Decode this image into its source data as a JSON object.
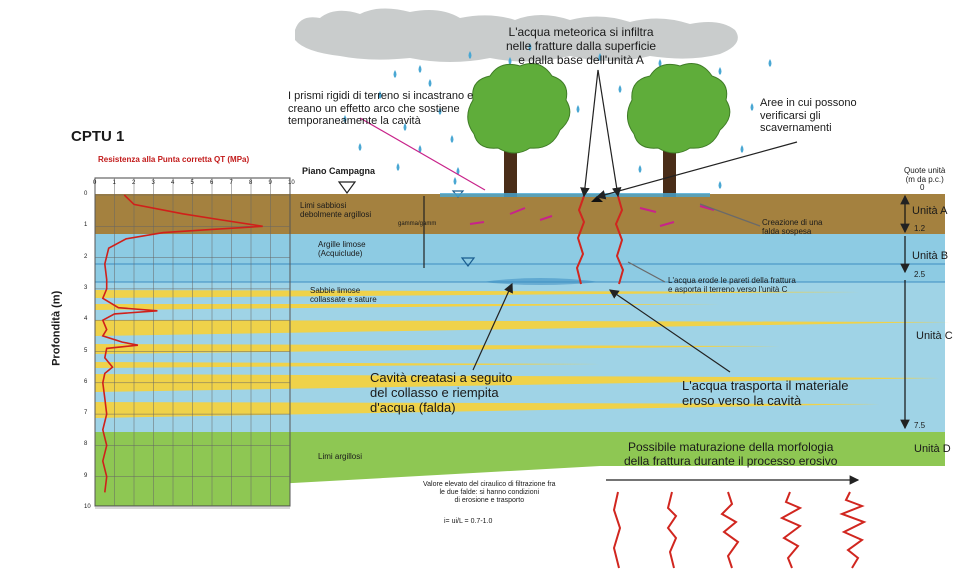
{
  "cptu": {
    "title": "CPTU 1",
    "resistance_label": "Resistenza alla Punta corretta QT (MPa)",
    "depth_label": "Profondità (m)",
    "x_ticks": [
      "0",
      "1",
      "2",
      "3",
      "4",
      "5",
      "6",
      "7",
      "8",
      "9",
      "10"
    ],
    "depth_ticks": [
      "0",
      "1",
      "2",
      "3",
      "4",
      "5",
      "6",
      "7",
      "8",
      "9",
      "10"
    ],
    "profile": [
      [
        0,
        1.5
      ],
      [
        0.3,
        2.0
      ],
      [
        0.6,
        4.5
      ],
      [
        0.8,
        6.5
      ],
      [
        1.0,
        8.6
      ],
      [
        1.1,
        6.0
      ],
      [
        1.2,
        3.5
      ],
      [
        1.4,
        1.6
      ],
      [
        1.7,
        0.7
      ],
      [
        2.2,
        0.5
      ],
      [
        2.7,
        0.6
      ],
      [
        3.0,
        0.6
      ],
      [
        3.3,
        0.4
      ],
      [
        3.6,
        1.2
      ],
      [
        3.7,
        3.2
      ],
      [
        3.8,
        1.0
      ],
      [
        4.0,
        0.4
      ],
      [
        4.3,
        0.6
      ],
      [
        4.5,
        0.4
      ],
      [
        4.7,
        1.4
      ],
      [
        4.8,
        2.2
      ],
      [
        4.9,
        0.6
      ],
      [
        5.2,
        0.5
      ],
      [
        5.5,
        0.9
      ],
      [
        5.7,
        0.5
      ],
      [
        6.0,
        0.4
      ],
      [
        6.5,
        0.5
      ],
      [
        7.0,
        0.6
      ],
      [
        7.5,
        0.4
      ],
      [
        8.0,
        0.6
      ],
      [
        8.5,
        0.4
      ],
      [
        9.0,
        0.6
      ],
      [
        9.5,
        0.5
      ]
    ]
  },
  "labels": {
    "piano_campagna": "Piano Campagna",
    "limi_sabbiosi": "Limi sabbiosi\ndebolmente argillosi",
    "argille_limose": "Argille limose\n(Acquiclude)",
    "sabbie_limose": "Sabbie limose\ncollassate e sature",
    "limi_argillosi": "Limi argillosi",
    "quote_unita": "Quote unità\n(m da p.c.)",
    "q0": "0",
    "q12": "1.2",
    "q25": "2.5",
    "q75": "7.5",
    "unita_a": "Unità A",
    "unita_b": "Unità B",
    "unita_c": "Unità C",
    "unita_d": "Unità D",
    "delta_label": "gamma/gamm",
    "creazione": "Creazione di una\nfalda sospesa",
    "acqua_erode": "L'acqua erode le pareti della frattura\ne asporta il terreno verso l'unità C",
    "meteorica": "L'acqua meteorica si infiltra\nnelle fratture dalla superficie\ne dalla base dell'unità A",
    "prismi": "I prismi rigidi di terreno si incastrano e\ncreano un effetto arco che sostiene\ntemporaneamente la cavità",
    "aree": "Aree in cui possono\nverificarsi gli\nscavernamenti",
    "cavita": "Cavità creatasi a seguito\ndel collasso e riempita\nd'acqua (falda)",
    "trasporta": "L'acqua trasporta il materiale\neroso verso la cavità",
    "maturazione": "Possibile maturazione della morfologia\ndella frattura durante il processo erosivo",
    "valore": "Valore elevato del ciraulico di filtrazione fra\nle due falde: si hanno condizioni\ndi erosione e trasporto",
    "formula": "i= ui/L = 0.7-1.0"
  },
  "colors": {
    "unit_a": "#a4813f",
    "unit_b": "#8dcbe3",
    "unit_c_sand": "#efd24a",
    "unit_c_clay": "#9fd3e6",
    "unit_d": "#8ec753",
    "cloud": "#c9cccc",
    "tree": "#5fad3a",
    "trunk": "#4a2d18",
    "profile": "#d0201a",
    "fracture": "#d1261f",
    "drop": "#49a7d3"
  },
  "icons": [
    "water-table-icon",
    "rain-drop-icon",
    "cloud-icon",
    "tree-icon"
  ]
}
